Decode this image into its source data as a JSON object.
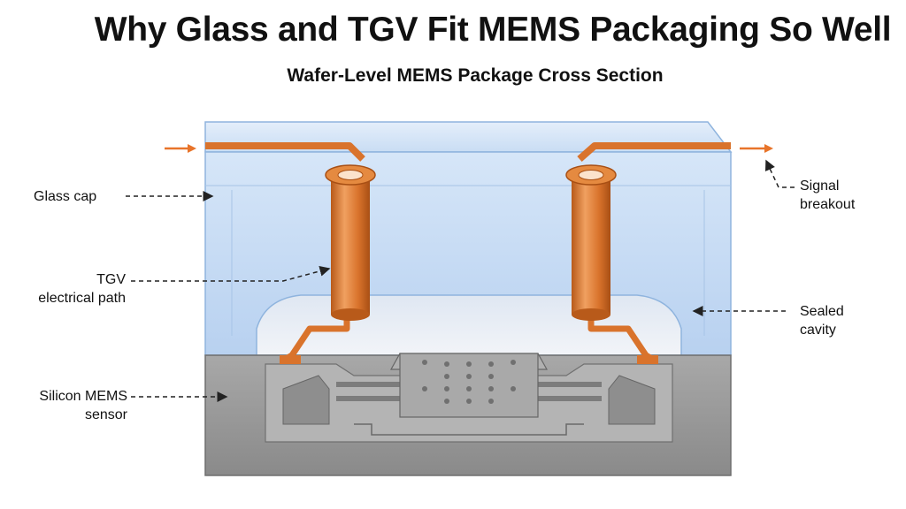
{
  "title": "Why Glass and TGV Fit MEMS Packaging So Well",
  "subtitle": "Wafer-Level MEMS Package Cross Section",
  "labels": {
    "glass_cap": "Glass cap",
    "tgv_line1": "TGV",
    "tgv_line2": "electrical path",
    "silicon_line1": "Silicon MEMS",
    "silicon_line2": "sensor",
    "signal_line1": "Signal",
    "signal_line2": "breakout",
    "cavity_line1": "Sealed",
    "cavity_line2": "cavity"
  },
  "colors": {
    "glass": "#cfe2f7",
    "glass_edge": "#8fb4de",
    "copper": "#e07a2c",
    "silicon": "#9a9a9a",
    "arrow": "#e8742a"
  }
}
